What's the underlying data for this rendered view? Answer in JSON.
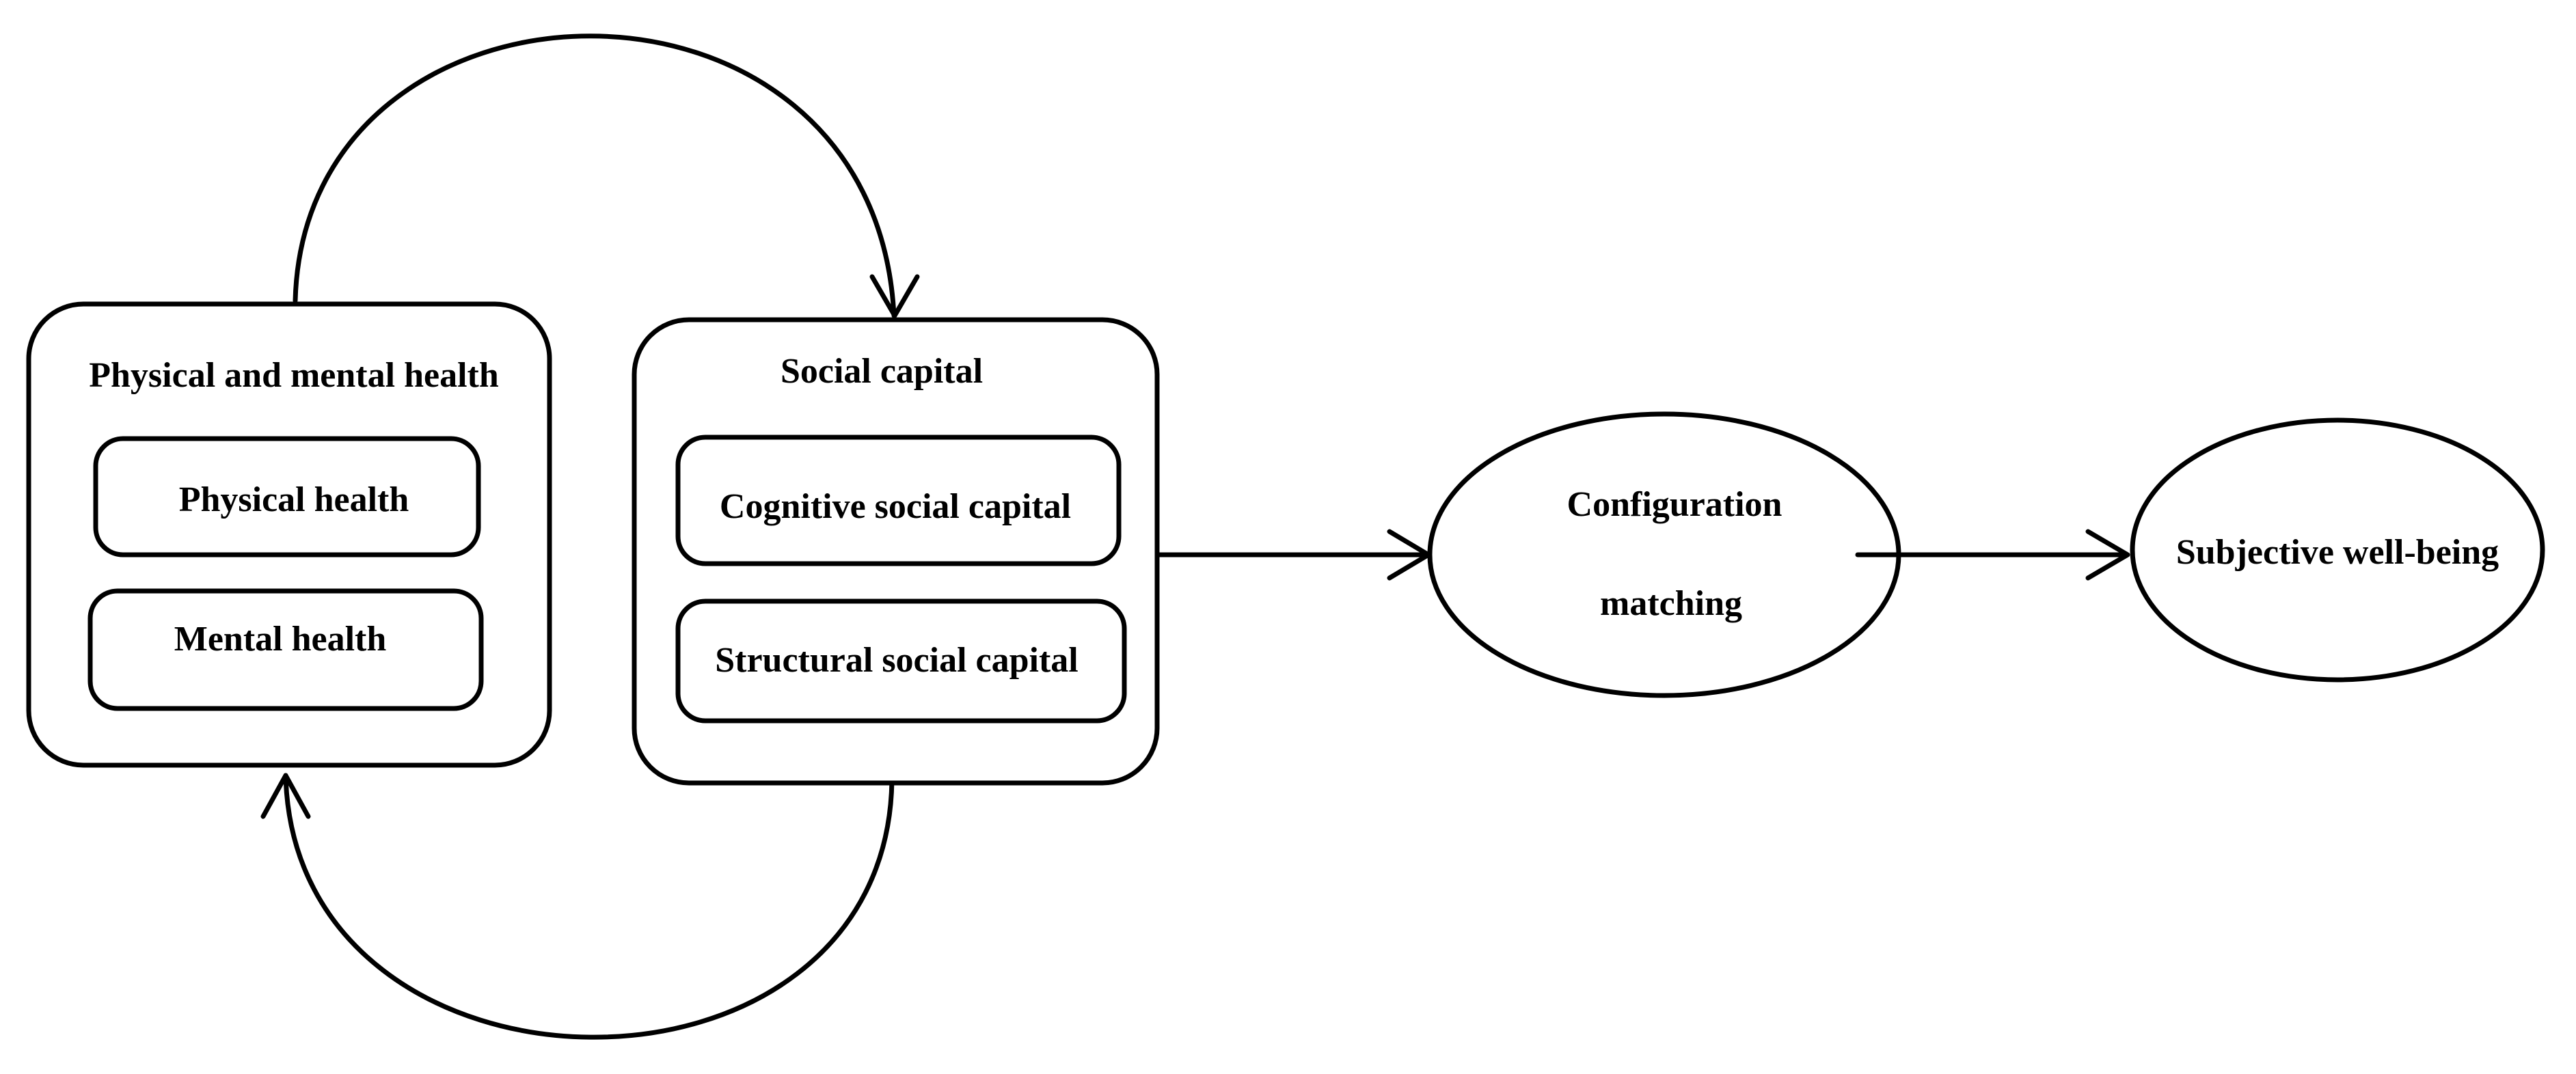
{
  "diagram": {
    "groups": {
      "health": {
        "title": "Physical and mental health",
        "items": [
          "Physical health",
          "Mental health"
        ]
      },
      "social_capital": {
        "title": "Social capital",
        "items": [
          "Cognitive social capital",
          "Structural social capital"
        ]
      }
    },
    "nodes": {
      "configuration_line1": "Configuration",
      "configuration_line2": "matching",
      "outcome": "Subjective well-being"
    },
    "edges": [
      {
        "from": "Physical and mental health",
        "to": "Social capital"
      },
      {
        "from": "Social capital",
        "to": "Physical and mental health"
      },
      {
        "from": "Social capital",
        "to": "Configuration matching"
      },
      {
        "from": "Configuration matching",
        "to": "Subjective well-being"
      }
    ]
  }
}
